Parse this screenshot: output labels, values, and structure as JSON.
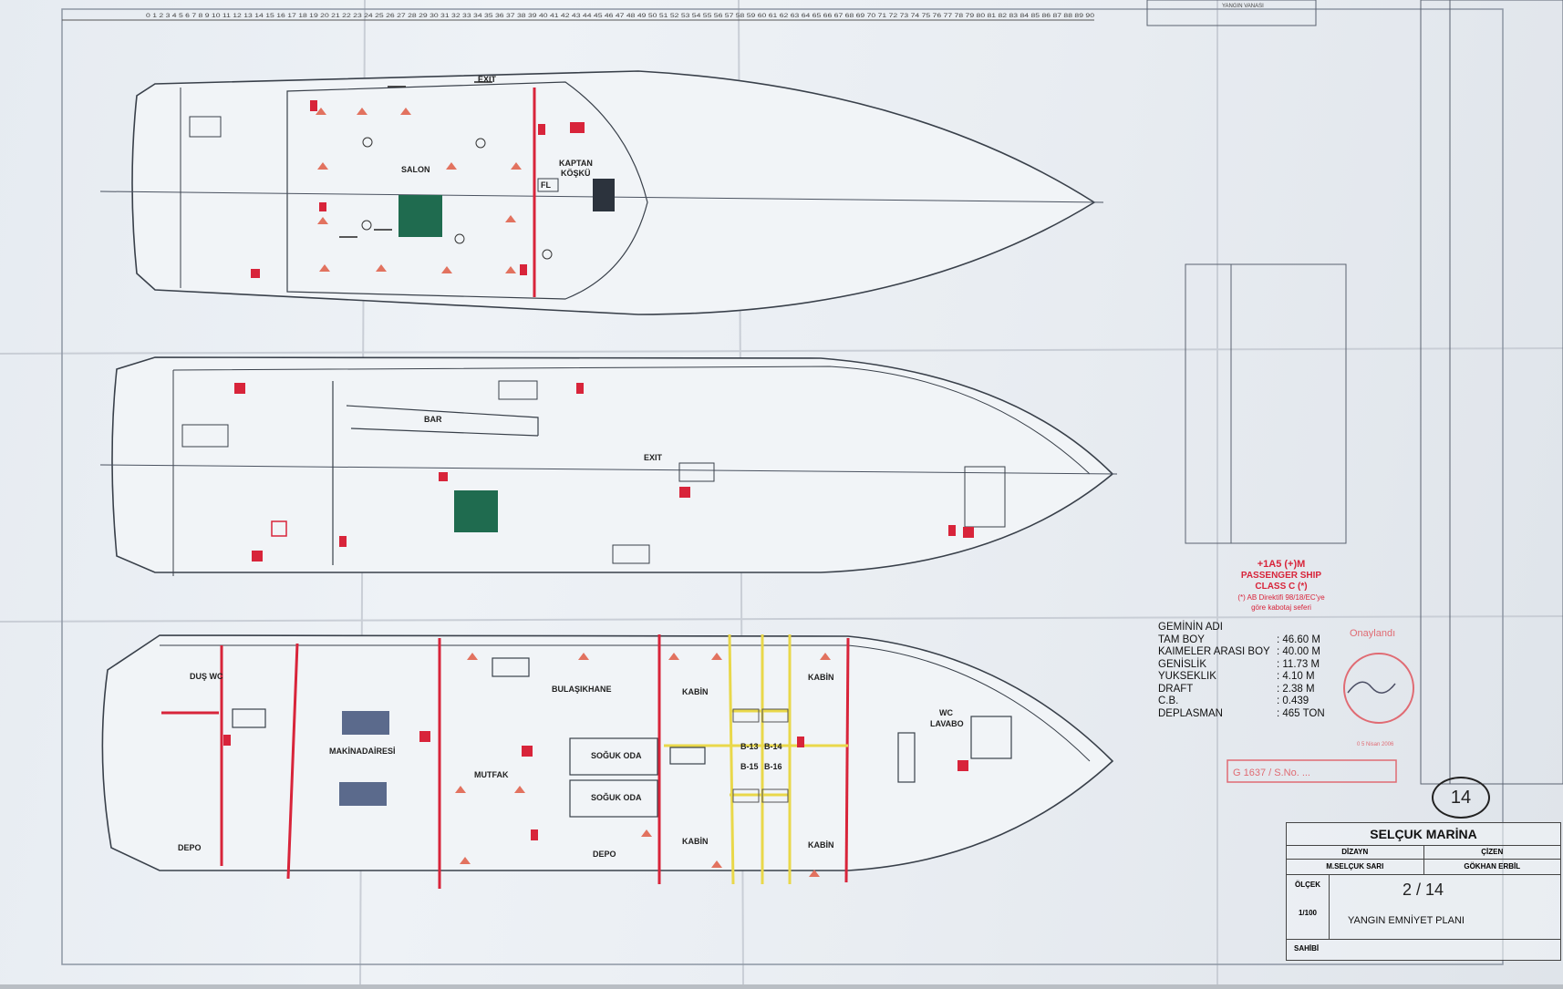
{
  "ruler": {
    "numbers": "0 1 2 3 4 5 6 7 8 9 10 11 12 13 14 15 16 17 18 19 20 21 22 23 24 25 26 27 28 29 30 31 32 33 34 35 36 37 38 39 40 41 42 43 44 45 46 47 48 49 50 51 52 53 54 55 56 57 58 59 60 61 62 63 64 65 66 67 68 69 70 71 72 73 74 75 76 77 78 79 80 81 82 83 84 85 86 87 88 89 90"
  },
  "top_deck": {
    "salon": "SALON",
    "kaptan_1": "KAPTAN",
    "kaptan_2": "KÖŞKÜ",
    "exit": "EXIT",
    "fl": "FL"
  },
  "main_deck": {
    "bar": "BAR",
    "exit": "EXIT"
  },
  "lower_deck": {
    "dus_wc": "DUŞ WC",
    "makina": "MAKİNADAİRESİ",
    "bulasikhane": "BULAŞIKHANE",
    "soguk_oda_1": "SOĞUK ODA",
    "soguk_oda_2": "SOĞUK ODA",
    "mutfak": "MUTFAK",
    "depo_1": "DEPO",
    "depo_2": "DEPO",
    "kabin_1": "KABİN",
    "kabin_2": "KABİN",
    "kabin_3": "KABİN",
    "kabin_4": "KABİN",
    "wc": "WC",
    "lavabo": "LAVABO",
    "b13": "B-13",
    "b14": "B-14",
    "b15": "B-15",
    "b16": "B-16"
  },
  "certificate": {
    "line1": "+1A5 (+)M",
    "line2": "PASSENGER SHIP",
    "line3": "CLASS C (*)",
    "line4": "(*) AB Direktifi 98/18/EC'ye",
    "line5": "göre kabotaj seferi",
    "approved": "Onaylandı",
    "date": "0 5 Nisan 2006",
    "g_no": "G 1637 / S.No. ..."
  },
  "particulars": [
    {
      "label": "GEMİNİN ADI",
      "value": ""
    },
    {
      "label": "TAM BOY",
      "value": ": 46.60 M"
    },
    {
      "label": "KAIMELER ARASI BOY",
      "value": ": 40.00 M"
    },
    {
      "label": "GENİSLİK",
      "value": ": 11.73 M"
    },
    {
      "label": "YUKSEKLIK",
      "value": ": 4.10 M"
    },
    {
      "label": "DRAFT",
      "value": ": 2.38 M"
    },
    {
      "label": "C.B.",
      "value": ": 0.439"
    },
    {
      "label": "DEPLASMAN",
      "value": ": 465 TON"
    }
  ],
  "top_legend_fragment": "YANGIN VANASI",
  "page_number": "14",
  "title_block": {
    "company": "SELÇUK MARİNA",
    "dizayn": "DİZAYN",
    "cizen": "ÇİZEN",
    "designer": "M.SELÇUK SARI",
    "drafter": "GÖKHAN ERBİL",
    "olcek": "ÖLÇEK",
    "scale": "1/100",
    "sheet": "2 / 14",
    "title": "YANGIN EMNİYET PLANI",
    "sahibi": "SAHİBİ"
  },
  "colors": {
    "fire_red": "#d8243a",
    "safety_green": "#1f6b4f",
    "escape_yellow": "#e9d84a",
    "ink": "#333a44"
  }
}
